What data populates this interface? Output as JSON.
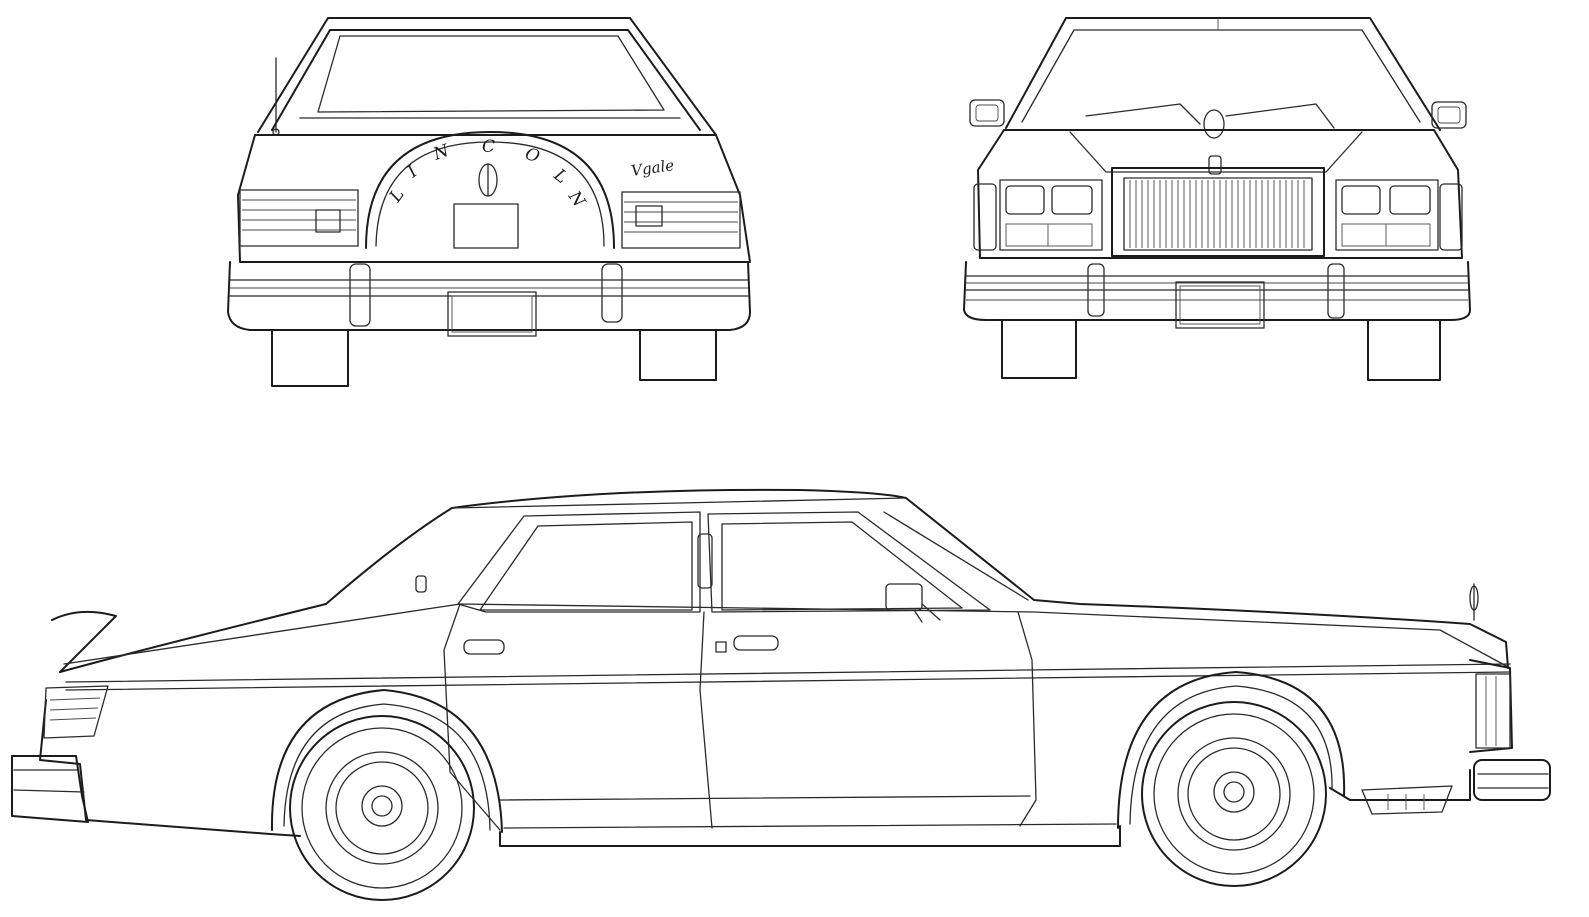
{
  "drawing": {
    "views": [
      {
        "id": "rear",
        "badge_letters": [
          "L",
          "I",
          "N",
          "C",
          "O",
          "L",
          "N"
        ],
        "script_badge": "Vgale"
      },
      {
        "id": "front"
      },
      {
        "id": "side"
      }
    ]
  }
}
